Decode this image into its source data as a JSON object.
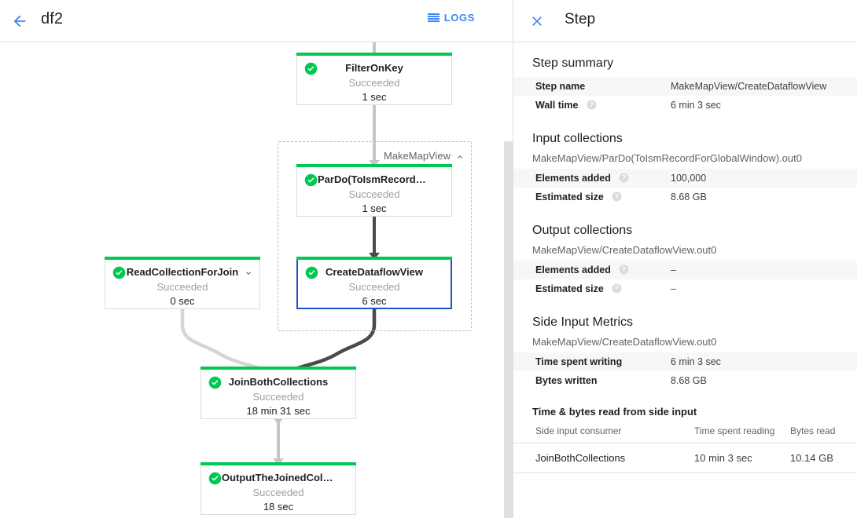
{
  "header": {
    "back_icon": "arrow-back-icon",
    "job_title": "df2",
    "logs_label": "LOGS",
    "logs_icon": "logs-list-icon"
  },
  "graph": {
    "group": {
      "label": "MakeMapView",
      "caret_icon": "chevron-up-icon"
    },
    "status_text": "Succeeded",
    "nodes": [
      {
        "id": "filter-on-key",
        "name": "FilterOnKey",
        "status": "Succeeded",
        "time": "1 sec",
        "status_icon": "check-circle-icon",
        "selected": false,
        "has_caret": false
      },
      {
        "id": "pardo-toismrecordfor",
        "name": "ParDo(ToIsmRecordFor…",
        "status": "Succeeded",
        "time": "1 sec",
        "status_icon": "check-circle-icon",
        "selected": false,
        "has_caret": false
      },
      {
        "id": "create-dataflow-view",
        "name": "CreateDataflowView",
        "status": "Succeeded",
        "time": "6 sec",
        "status_icon": "check-circle-icon",
        "selected": true,
        "has_caret": false
      },
      {
        "id": "read-collection-for-join",
        "name": "ReadCollectionForJoin",
        "status": "Succeeded",
        "time": "0 sec",
        "status_icon": "check-circle-icon",
        "selected": false,
        "has_caret": true
      },
      {
        "id": "join-both-collections",
        "name": "JoinBothCollections",
        "status": "Succeeded",
        "time": "18 min 31 sec",
        "status_icon": "check-circle-icon",
        "selected": false,
        "has_caret": false
      },
      {
        "id": "output-the-joined-collec",
        "name": "OutputTheJoinedCollec…",
        "status": "Succeeded",
        "time": "18 sec",
        "status_icon": "check-circle-icon",
        "selected": false,
        "has_caret": false
      }
    ]
  },
  "panel": {
    "close_icon": "close-icon",
    "title": "Step",
    "step_summary": {
      "heading": "Step summary",
      "rows": [
        {
          "key": "Step name",
          "value": "MakeMapView/CreateDataflowView",
          "help": false
        },
        {
          "key": "Wall time",
          "value": "6 min 3 sec",
          "help": true
        }
      ]
    },
    "input_collections": {
      "heading": "Input collections",
      "collection": "MakeMapView/ParDo(ToIsmRecordForGlobalWindow).out0",
      "rows": [
        {
          "key": "Elements added",
          "value": "100,000",
          "help": true
        },
        {
          "key": "Estimated size",
          "value": "8.68 GB",
          "help": true
        }
      ]
    },
    "output_collections": {
      "heading": "Output collections",
      "collection": "MakeMapView/CreateDataflowView.out0",
      "rows": [
        {
          "key": "Elements added",
          "value": "–",
          "help": true
        },
        {
          "key": "Estimated size",
          "value": "–",
          "help": true
        }
      ]
    },
    "side_input_metrics": {
      "heading": "Side Input Metrics",
      "collection": "MakeMapView/CreateDataflowView.out0",
      "rows": [
        {
          "key": "Time spent writing",
          "value": "6 min 3 sec",
          "help": false
        },
        {
          "key": "Bytes written",
          "value": "8.68 GB",
          "help": false
        }
      ]
    },
    "side_input_reads": {
      "heading": "Time & bytes read from side input",
      "columns": [
        "Side input consumer",
        "Time spent reading",
        "Bytes read"
      ],
      "rows": [
        [
          "JoinBothCollections",
          "10 min 3 sec",
          "10.14 GB"
        ]
      ]
    }
  },
  "colors": {
    "accent_blue": "#4285f4",
    "selected_blue": "#1a56c4",
    "success_green": "#00c853",
    "text_primary": "#202124",
    "text_secondary": "#5f6368",
    "muted": "#9aa0a6",
    "border": "#e0e0e0"
  }
}
